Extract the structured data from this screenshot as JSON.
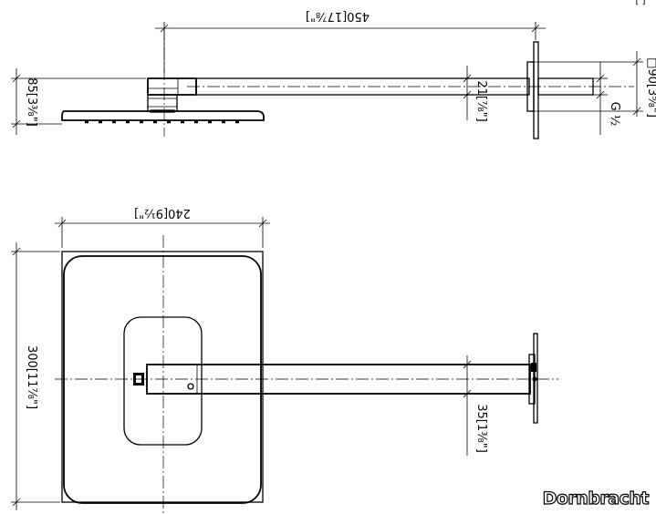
{
  "dimensions": {
    "arm_length": "450[17⅞\"]",
    "plate_size": "□90[3⅝\"]",
    "thread": "G ½",
    "arm_height": "21[⅞\"]",
    "head_thickness": "85[3⅜\"]",
    "head_width": "240[9½\"]",
    "head_length": "300[11⅞\"]",
    "arm_width": "35[1⅜\"]",
    "corner_fragment": "[ ]"
  },
  "brand": {
    "name": "Dornbracht"
  }
}
